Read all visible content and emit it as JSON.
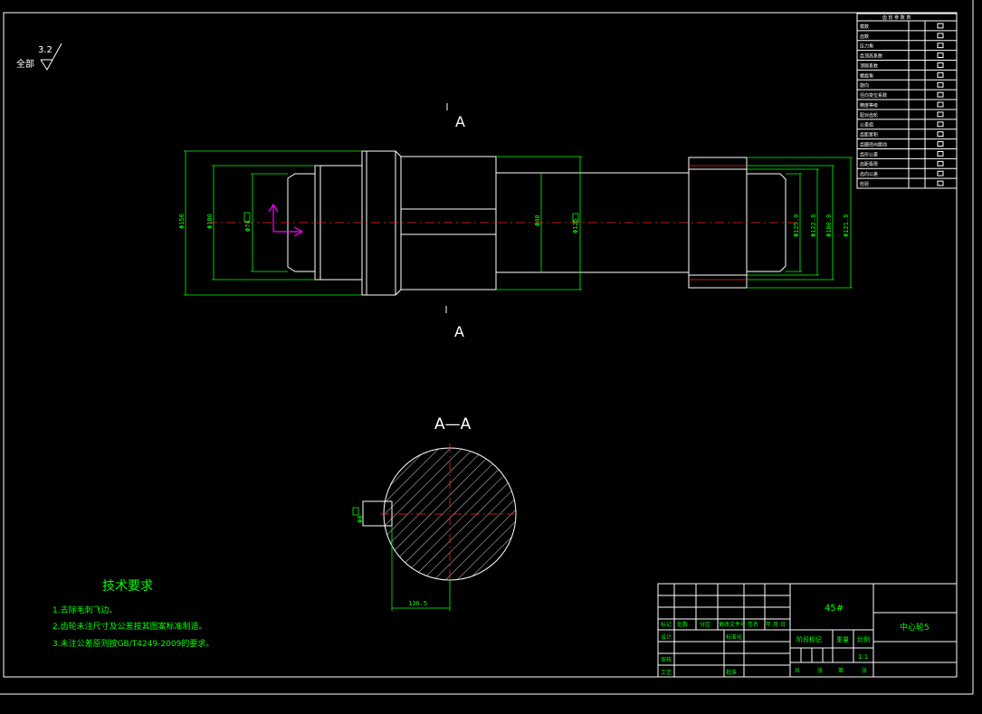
{
  "roughness": {
    "value": "3.2",
    "label": "全部"
  },
  "section_marker": "A",
  "section_title": "A—A",
  "dimensions": {
    "d150": "Φ150",
    "d100": "Φ100",
    "d74": "Φ74",
    "d40": "Φ40",
    "d125": "Φ125",
    "r1": "Φ125.0",
    "r2": "Φ122.8",
    "r3": "Φ100.0",
    "r4": "Φ121.8",
    "key_width": "Φ0",
    "key_depth": "136.5"
  },
  "tech_requirements": {
    "title": "技术要求",
    "items": [
      "1.去除毛刺飞边。",
      "2.齿轮未注尺寸及公差按其图案标准制造。",
      "3.未注公差原则按GB/T4249-2009的要求。"
    ]
  },
  "title_block": {
    "material": "45#",
    "part_name": "中心轮5",
    "scale": "1:1",
    "headers": [
      "标记",
      "处数",
      "分区",
      "更改文件号",
      "签名",
      "年.月.日"
    ],
    "rows": [
      "设计",
      "审核",
      "工艺"
    ],
    "row_labels_mid": [
      "标准化",
      "",
      "批准"
    ],
    "stage_label": "阶段标记",
    "weight_label": "重量",
    "scale_label": "比例",
    "sheet_label": [
      "共",
      "张",
      "第",
      "张"
    ]
  },
  "param_table": {
    "title": "齿 轮 参 数 表",
    "rows": [
      "模数",
      "齿数",
      "压力角",
      "齿顶高系数",
      "顶隙系数",
      "螺旋角",
      "旋向",
      "径向变位系数",
      "精度等级",
      "配对齿轮",
      "公差组",
      "齿距累积",
      "齿圈径向跳动",
      "齿形公差",
      "齿距极限",
      "齿向公差",
      "检验"
    ]
  }
}
